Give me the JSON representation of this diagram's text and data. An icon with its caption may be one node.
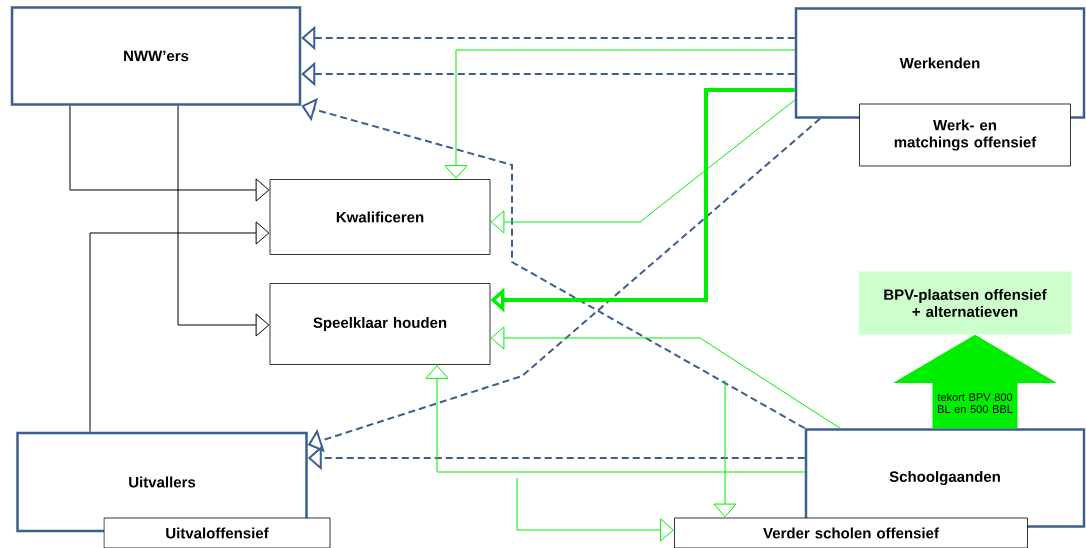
{
  "diagram": {
    "nodes": [
      {
        "text": [
          "NWW’ers"
        ]
      },
      {
        "text": [
          "Werkenden"
        ]
      },
      {
        "text": [
          "Werk- en matchings offensief"
        ]
      },
      {
        "text": [
          "Kwalificeren"
        ]
      },
      {
        "text": [
          "Speelklaar houden"
        ]
      },
      {
        "text": [
          "BPV-plaatsen offensief + alternatieven"
        ]
      },
      {
        "text": [
          "Schoolgaanden"
        ]
      },
      {
        "text": [
          "Uitvallers"
        ]
      },
      {
        "text": [
          "Uitvaloffensief"
        ]
      },
      {
        "text": [
          "Verder scholen offensief"
        ]
      }
    ],
    "edges": [
      {
        "from": 1,
        "to": 0,
        "arrow": "to",
        "style": "dashed",
        "color": "#3b5f8f"
      },
      {
        "from": 1,
        "to": 0,
        "arrow": "to",
        "style": "dashed",
        "color": "#3b5f8f"
      },
      {
        "from": 6,
        "to": 0,
        "arrow": "to",
        "style": "dashed",
        "color": "#3b5f8f"
      },
      {
        "from": 1,
        "to": 7,
        "arrow": "to",
        "style": "dashed",
        "color": "#3b5f8f"
      },
      {
        "from": 6,
        "to": 7,
        "arrow": "to",
        "style": "dashed",
        "color": "#3b5f8f"
      },
      {
        "from": 1,
        "to": 3,
        "arrow": "to"
      },
      {
        "from": 1,
        "to": 3,
        "arrow": "to"
      },
      {
        "from": 1,
        "to": 4,
        "arrow": "to",
        "style": "thick"
      },
      {
        "from": 6,
        "to": 4,
        "arrow": "to"
      },
      {
        "from": 6,
        "to": 4,
        "arrow": "to"
      },
      {
        "from": null,
        "to": 9,
        "arrow": "to"
      },
      {
        "from": null,
        "to": 9,
        "arrow": "to"
      },
      {
        "from": 0,
        "to": 3,
        "arrow": "to",
        "color": "#000000"
      },
      {
        "from": 7,
        "to": 3,
        "arrow": "to",
        "color": "#000000"
      },
      {
        "from": 0,
        "to": 4,
        "arrow": "to",
        "color": "#000000"
      },
      {
        "from": 6,
        "to": 5,
        "arrow": "to",
        "style": "thick",
        "label": "tekort BPV 800 BL en 500 BBL"
      }
    ]
  }
}
